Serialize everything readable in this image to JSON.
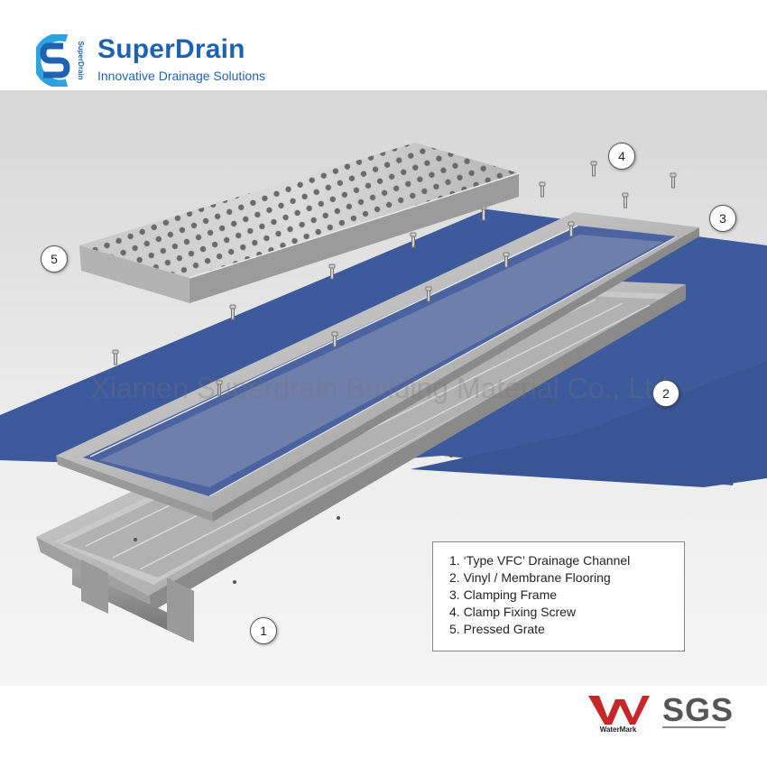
{
  "brand": {
    "name": "SuperDrain",
    "tagline": "Innovative Drainage Solutions",
    "mark_text": "SuperDrain",
    "colors": {
      "primary": "#1f63b0",
      "accent": "#2aa3e0"
    }
  },
  "watermark": "Xiamen Superdrain Building Material Co., Ltd.",
  "callouts": [
    {
      "label": "1"
    },
    {
      "label": "2"
    },
    {
      "label": "3"
    },
    {
      "label": "4"
    },
    {
      "label": "5"
    }
  ],
  "legend": [
    "1. ‘Type VFC’ Drainage Channel",
    "2. Vinyl / Membrane Flooring",
    "3. Clamping Frame",
    "4. Clamp Fixing Screw",
    "5. Pressed Grate"
  ],
  "certifications": [
    {
      "name": "WaterMark",
      "icon": "watermark-logo"
    },
    {
      "name": "SGS",
      "icon": "sgs-logo"
    }
  ],
  "colors": {
    "floor": "#3d5a9c",
    "steel": "#bdbdbd",
    "background_top": "#d9d9d9",
    "background_bottom": "#f4f4f4"
  }
}
